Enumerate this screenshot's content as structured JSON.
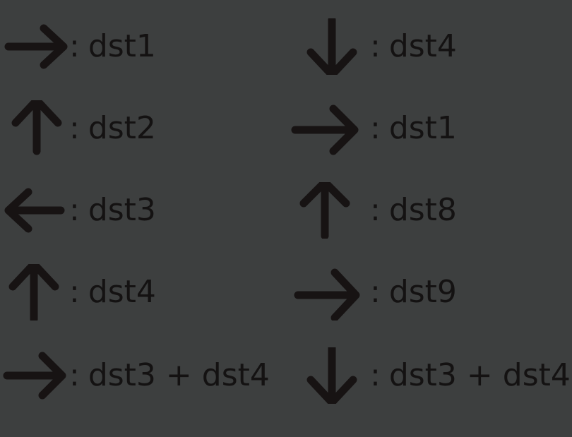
{
  "left_column": [
    {
      "direction": "right",
      "icon": "arrow-right-icon",
      "label": "dst1"
    },
    {
      "direction": "up",
      "icon": "arrow-up-icon",
      "label": "dst2"
    },
    {
      "direction": "left",
      "icon": "arrow-left-icon",
      "label": "dst3"
    },
    {
      "direction": "up",
      "icon": "arrow-up-icon",
      "label": "dst4"
    },
    {
      "direction": "right",
      "icon": "arrow-right-icon",
      "label": "dst3 + dst4"
    }
  ],
  "right_column": [
    {
      "direction": "down",
      "icon": "arrow-down-icon",
      "label": "dst4"
    },
    {
      "direction": "right",
      "icon": "arrow-right-icon",
      "label": "dst1"
    },
    {
      "direction": "up",
      "icon": "arrow-up-icon",
      "label": "dst8"
    },
    {
      "direction": "right",
      "icon": "arrow-right-icon",
      "label": "dst9"
    },
    {
      "direction": "down",
      "icon": "arrow-down-icon",
      "label": "dst3 + dst4"
    }
  ],
  "separator": ":",
  "colors": {
    "background": "#3d3f3f",
    "arrow": "#171313",
    "text": "#141212"
  }
}
